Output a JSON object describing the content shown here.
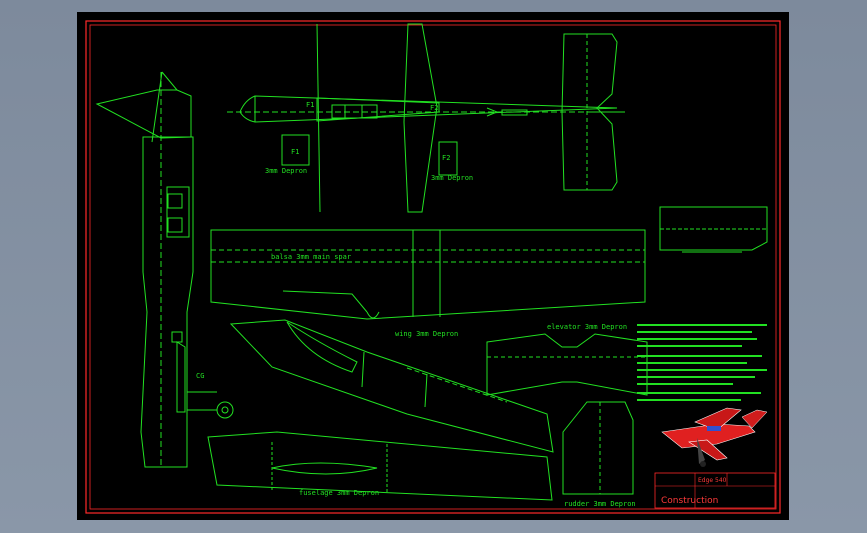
{
  "drawing": {
    "labels": {
      "f1_panel": "F1",
      "f2_panel": "F2",
      "f1_side": "F1",
      "f2_side": "F2",
      "f1_material": "3mm Depron",
      "f2_material": "3mm Depron",
      "main_spar": "balsa 3mm main spar",
      "wing": "wing 3mm Depron",
      "elevator": "elevator 3mm Depron",
      "fuselage": "fuselage 3mm Depron",
      "rudder": "rudder 3mm Depron",
      "cg": "CG"
    },
    "title_block": {
      "model": "Edge 540",
      "section": "Construction"
    }
  },
  "colors": {
    "drawing_green": "#22e022",
    "border_red": "#ff2a2a",
    "component_yellow": "#ffff33",
    "sheet_black": "#000000",
    "viewport_gray": "#8090a2"
  }
}
